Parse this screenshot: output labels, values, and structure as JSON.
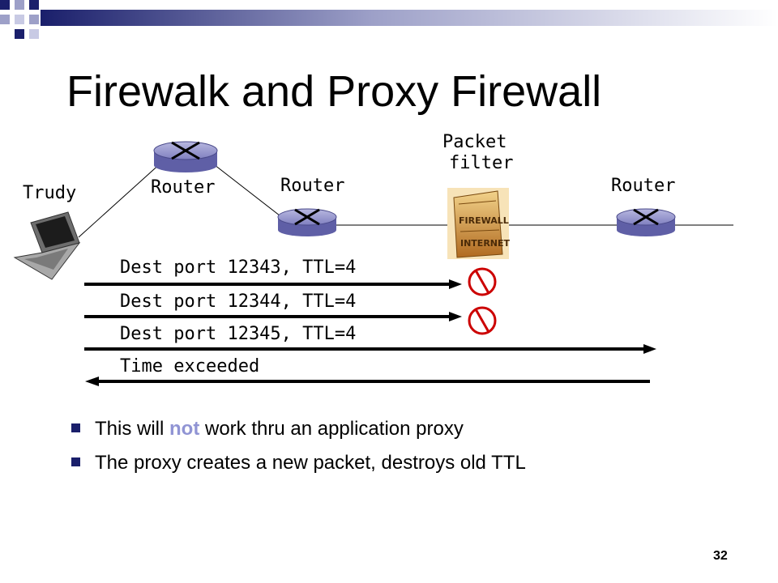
{
  "slide": {
    "title": "Firewalk and Proxy Firewall",
    "page_number": "32"
  },
  "diagram": {
    "nodes": {
      "attacker": "Trudy",
      "router_1": "Router",
      "router_2": "Router",
      "packet_filter_line1": "Packet",
      "packet_filter_line2": "filter",
      "router_3": "Router"
    },
    "firewall_image_text": [
      "FIREWALL",
      "INTERNET"
    ],
    "messages": [
      {
        "label": "Dest port 12343, TTL=4",
        "direction": "right",
        "outcome": "blocked"
      },
      {
        "label": "Dest port 12344, TTL=4",
        "direction": "right",
        "outcome": "blocked"
      },
      {
        "label": "Dest port 12345, TTL=4",
        "direction": "right",
        "outcome": "passes"
      },
      {
        "label": "Time exceeded",
        "direction": "left",
        "outcome": "reply"
      }
    ]
  },
  "bullets": [
    {
      "before": "This will ",
      "highlight": "not",
      "after": " work thru an application proxy"
    },
    {
      "before": "The proxy creates a new packet, destroys old TTL",
      "highlight": "",
      "after": ""
    }
  ],
  "colors": {
    "header_accent": "#1a1f6b",
    "router_fill": "#7a7ab8",
    "highlight_text": "#9094d4",
    "blocked_icon": "#cc0000"
  }
}
